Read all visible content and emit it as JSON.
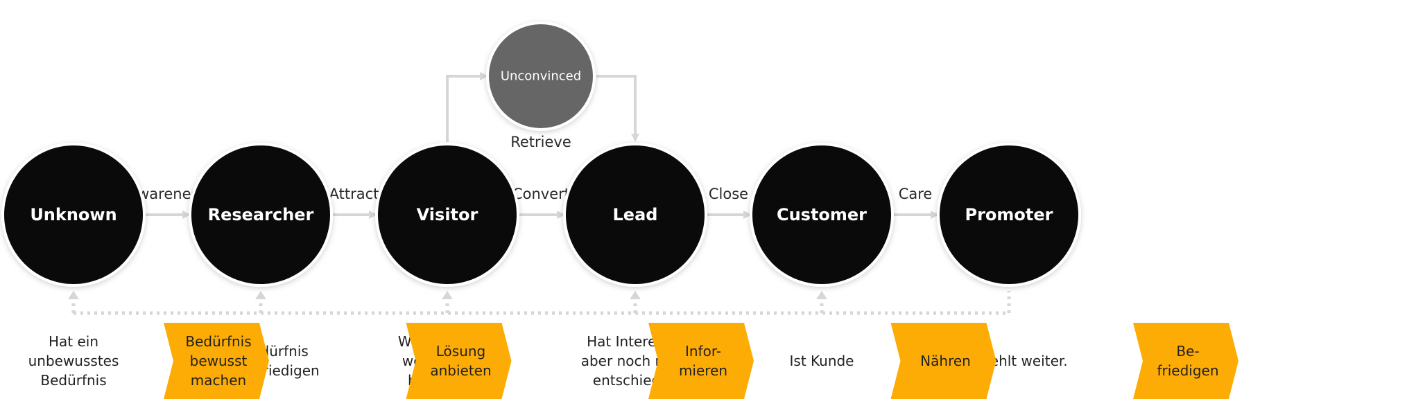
{
  "stages": [
    {
      "id": "unknown",
      "label": "Unknown"
    },
    {
      "id": "researcher",
      "label": "Researcher"
    },
    {
      "id": "visitor",
      "label": "Visitor"
    },
    {
      "id": "lead",
      "label": "Lead"
    },
    {
      "id": "customer",
      "label": "Customer"
    },
    {
      "id": "promoter",
      "label": "Promoter"
    }
  ],
  "transitions": [
    "Awareness",
    "Attract",
    "Convert",
    "Close",
    "Care"
  ],
  "side_branch": {
    "label": "Unconvinced",
    "caption": "Retrieve"
  },
  "states": [
    [
      "Hat ein",
      "unbewusstes",
      "Bedürfnis"
    ],
    [
      "Will Bedürfnis",
      "aktiv befriedigen"
    ],
    [
      "Weiss wie und",
      "wo Bedürfnis",
      "befriedigen"
    ],
    [
      "Hat Interesse,",
      "aber noch nicht",
      "entschieden"
    ],
    [
      "Ist Kunde"
    ],
    [
      "Empfiehlt weiter."
    ]
  ],
  "actions": [
    [
      "Bedürfnis",
      "bewusst",
      "machen"
    ],
    [
      "Lösung",
      "anbieten"
    ],
    [
      "Infor-",
      "mieren"
    ],
    [
      "Nähren"
    ],
    [
      "Be-",
      "friedigen"
    ]
  ],
  "colors": {
    "stage_fill": "#0b0a0b",
    "unconvinced_fill": "#666666",
    "connector": "#d6d6d6",
    "action_fill": "#fdac05",
    "text_dark": "#222222",
    "text_light": "#ffffff"
  }
}
